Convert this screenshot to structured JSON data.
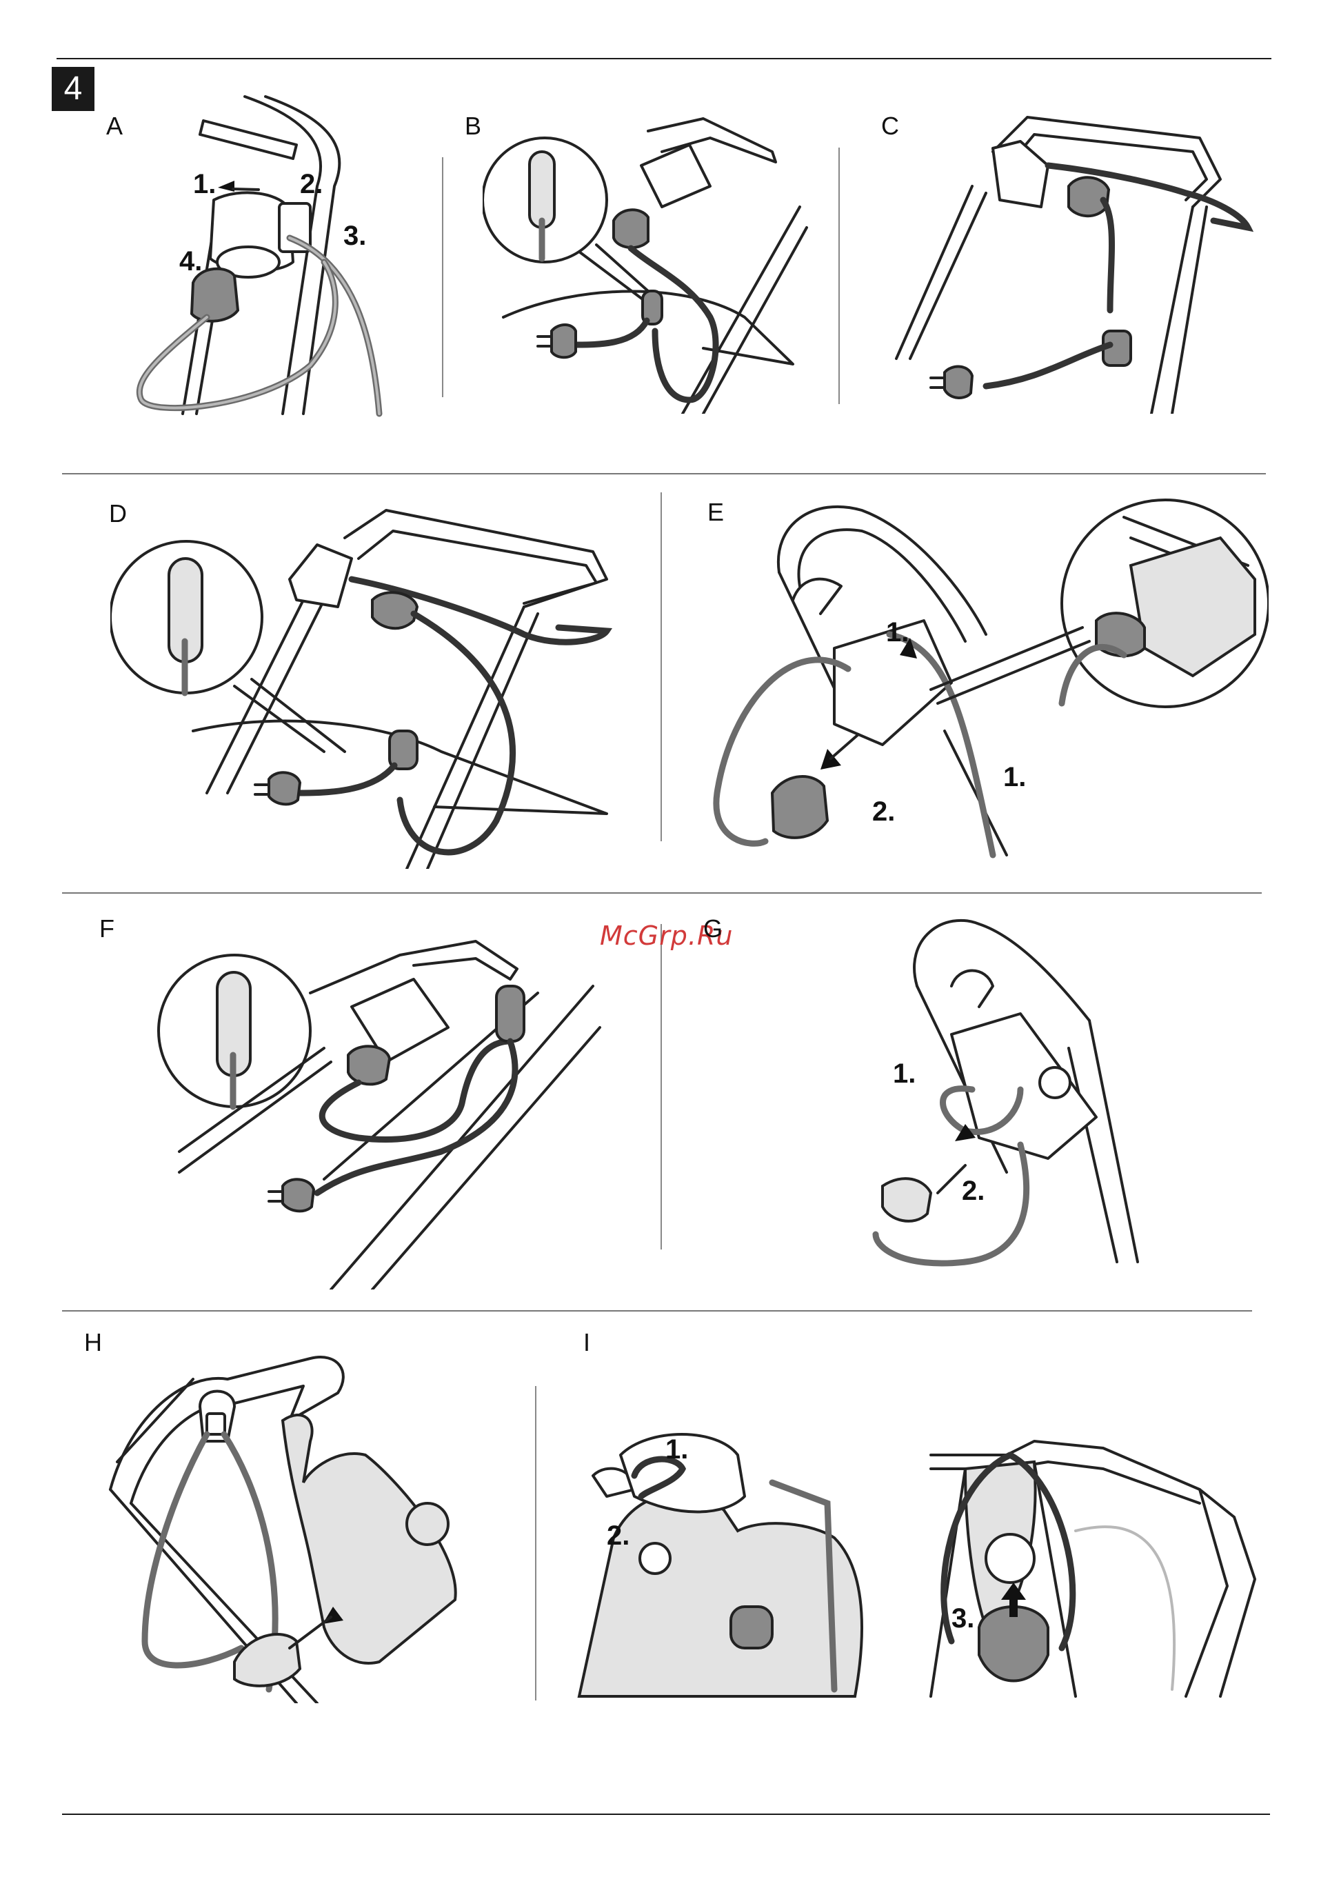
{
  "figure_number": "4",
  "watermark": "McGrp.Ru",
  "panels": [
    {
      "label": "A",
      "steps": [
        "1.",
        "2.",
        "3.",
        "4."
      ]
    },
    {
      "label": "B",
      "steps": []
    },
    {
      "label": "C",
      "steps": []
    },
    {
      "label": "D",
      "steps": []
    },
    {
      "label": "E",
      "steps": [
        "1.",
        "1.",
        "2."
      ]
    },
    {
      "label": "F",
      "steps": []
    },
    {
      "label": "G",
      "steps": [
        "1.",
        "2."
      ]
    },
    {
      "label": "H",
      "steps": []
    },
    {
      "label": "I",
      "steps": [
        "1.",
        "2.",
        "3."
      ]
    }
  ],
  "icons": [
    "cord-hook-icon",
    "plug-icon",
    "socket-icon",
    "handle-frame-icon",
    "magnifier-circle-icon"
  ]
}
